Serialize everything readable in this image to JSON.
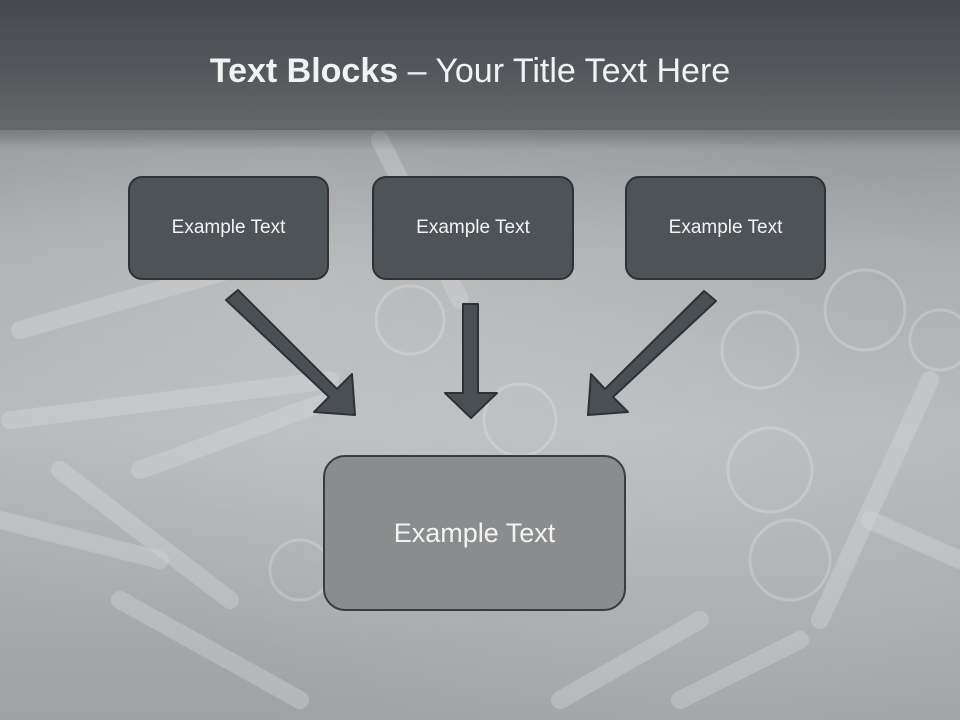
{
  "title": {
    "bold": "Text Blocks",
    "rest": " – Your Title Text Here"
  },
  "blocks": [
    {
      "label": "Example Text"
    },
    {
      "label": "Example Text"
    },
    {
      "label": "Example Text"
    }
  ],
  "center_block": {
    "label": "Example Text"
  },
  "colors": {
    "title_bar": "#4a4e52",
    "box_fill": "#4d5357",
    "center_fill": "#8a8c8d",
    "arrow": "#4a4f53"
  }
}
